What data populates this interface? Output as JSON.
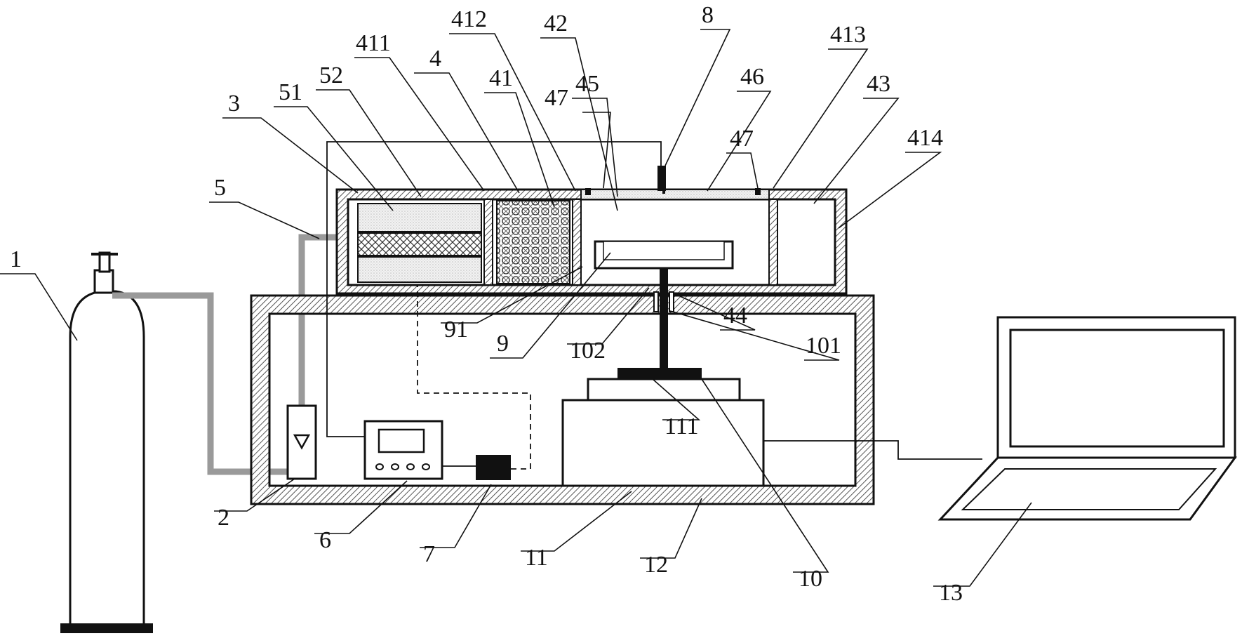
{
  "labels": {
    "l1": "1",
    "l2": "2",
    "l3": "3",
    "l4": "4",
    "l5": "5",
    "l6": "6",
    "l7": "7",
    "l8": "8",
    "l9": "9",
    "l10": "10",
    "l11": "11",
    "l12": "12",
    "l13": "13",
    "l41": "41",
    "l42": "42",
    "l43": "43",
    "l44": "44",
    "l45": "45",
    "l46": "46",
    "l47a": "47",
    "l47b": "47",
    "l51": "51",
    "l52": "52",
    "l91": "91",
    "l101": "101",
    "l102": "102",
    "l111": "111",
    "l411": "411",
    "l412": "412",
    "l413": "413",
    "l414": "414"
  },
  "colors": {
    "line": "#111111",
    "hatch": "#555555",
    "pipe": "#9a9a9a",
    "dots": "#d9d9d9",
    "black_part": "#111111"
  }
}
